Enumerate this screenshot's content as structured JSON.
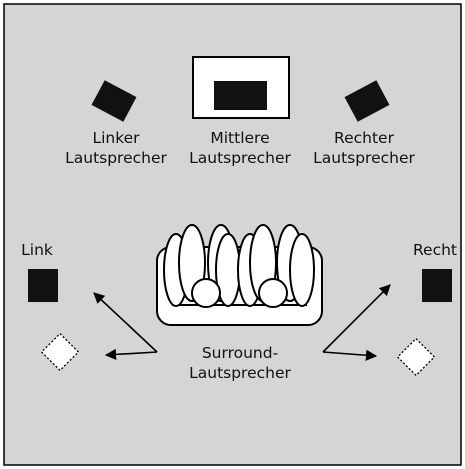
{
  "labels": {
    "left_front": [
      "Linker",
      "Lautsprecher"
    ],
    "center": [
      "Mittlere",
      "Lautsprecher"
    ],
    "right_front": [
      "Rechter",
      "Lautsprecher"
    ],
    "surround_left": "Link",
    "surround_right": "Recht",
    "surround": [
      "Surround-",
      "Lautsprecher"
    ]
  },
  "colors": {
    "background": "#d5d5d5",
    "border": "#000000",
    "speaker": "#111111",
    "center_box": "#ffffff",
    "alt_speaker_fill": "#ffffff"
  }
}
